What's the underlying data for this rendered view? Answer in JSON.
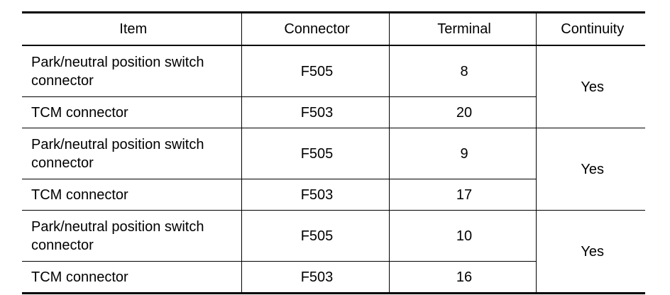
{
  "table": {
    "headers": {
      "item": "Item",
      "connector": "Connector",
      "terminal": "Terminal",
      "continuity": "Continuity"
    },
    "groups": [
      {
        "rows": [
          {
            "item": "Park/neutral position switch connector",
            "connector": "F505",
            "terminal": "8"
          },
          {
            "item": "TCM connector",
            "connector": "F503",
            "terminal": "20"
          }
        ],
        "continuity": "Yes"
      },
      {
        "rows": [
          {
            "item": "Park/neutral position switch connector",
            "connector": "F505",
            "terminal": "9"
          },
          {
            "item": "TCM connector",
            "connector": "F503",
            "terminal": "17"
          }
        ],
        "continuity": "Yes"
      },
      {
        "rows": [
          {
            "item": "Park/neutral position switch connector",
            "connector": "F505",
            "terminal": "10"
          },
          {
            "item": "TCM connector",
            "connector": "F503",
            "terminal": "16"
          }
        ],
        "continuity": "Yes"
      }
    ]
  }
}
